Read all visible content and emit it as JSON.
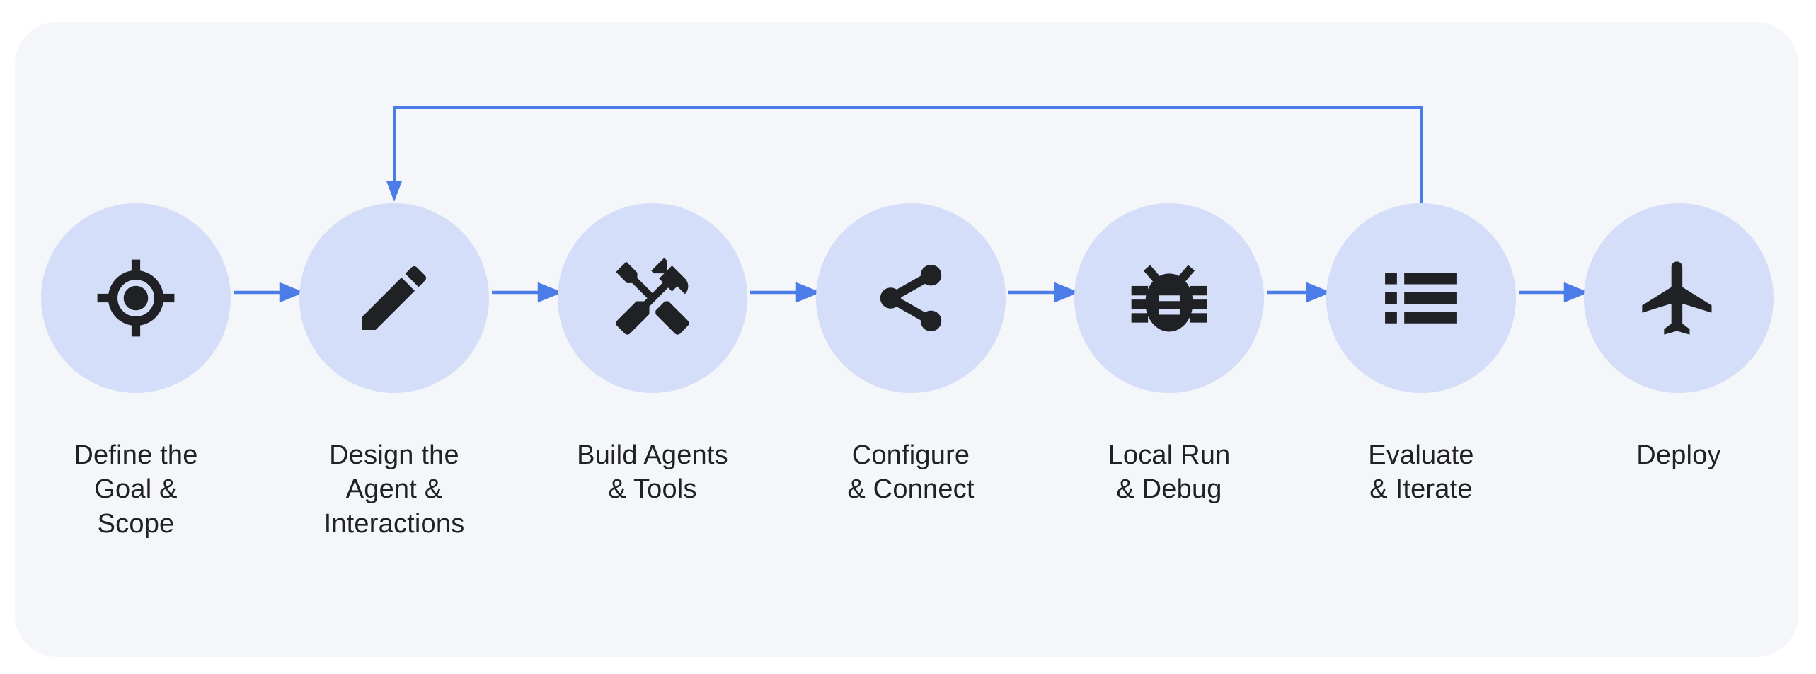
{
  "diagram": {
    "stages": [
      {
        "label": "Define the\nGoal &\nScope",
        "icon": "target-icon"
      },
      {
        "label": "Design the\nAgent &\nInteractions",
        "icon": "pencil-icon"
      },
      {
        "label": "Build Agents\n& Tools",
        "icon": "hammer-wrench-icon"
      },
      {
        "label": "Configure\n& Connect",
        "icon": "share-icon"
      },
      {
        "label": "Local Run\n& Debug",
        "icon": "bug-icon"
      },
      {
        "label": "Evaluate\n& Iterate",
        "icon": "list-icon"
      },
      {
        "label": "Deploy",
        "icon": "airplane-icon"
      }
    ],
    "flow": {
      "direction": "left-to-right",
      "feedback_loop": {
        "from": "Evaluate & Iterate",
        "to": "Design the Agent & Interactions"
      }
    },
    "colors": {
      "page_background": "#ffffff",
      "panel_background": "#f4f6f9",
      "circle_fill": "#d4def9",
      "icon_color": "#202124",
      "label_color": "#202124",
      "arrow_color": "#4c7ce8"
    }
  }
}
